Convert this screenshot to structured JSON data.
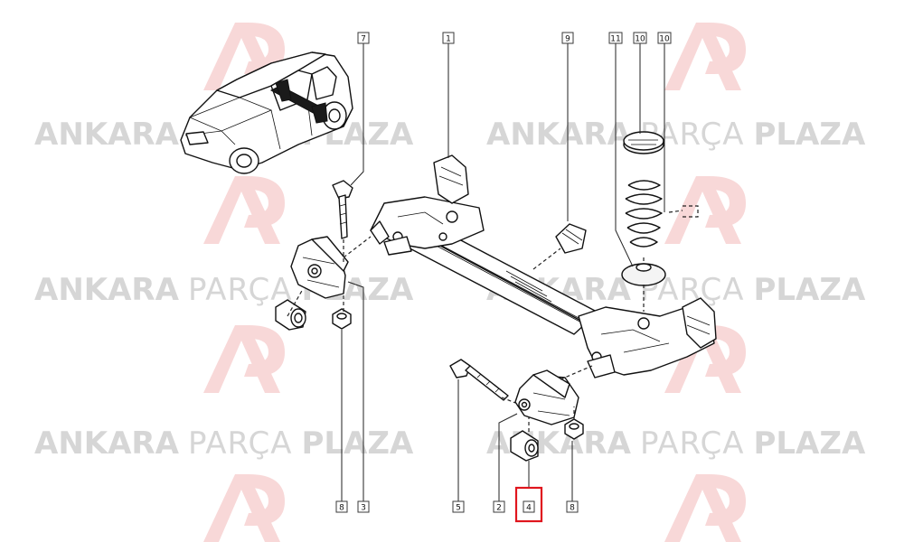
{
  "watermark": {
    "brand_bold": "ANKARA",
    "brand_light": "PARÇA",
    "brand_bold2": "PLAZA",
    "logo_color": "#f2b8b8",
    "text_color": "#d6d6d6"
  },
  "callouts": {
    "c7": "7",
    "c1": "1",
    "c9": "9",
    "c11": "11",
    "c10a": "10",
    "c10b": "10",
    "c8a": "8",
    "c3": "3",
    "c5": "5",
    "c2": "2",
    "c4": "4",
    "c8b": "8"
  },
  "highlight_color": "#e0161e"
}
